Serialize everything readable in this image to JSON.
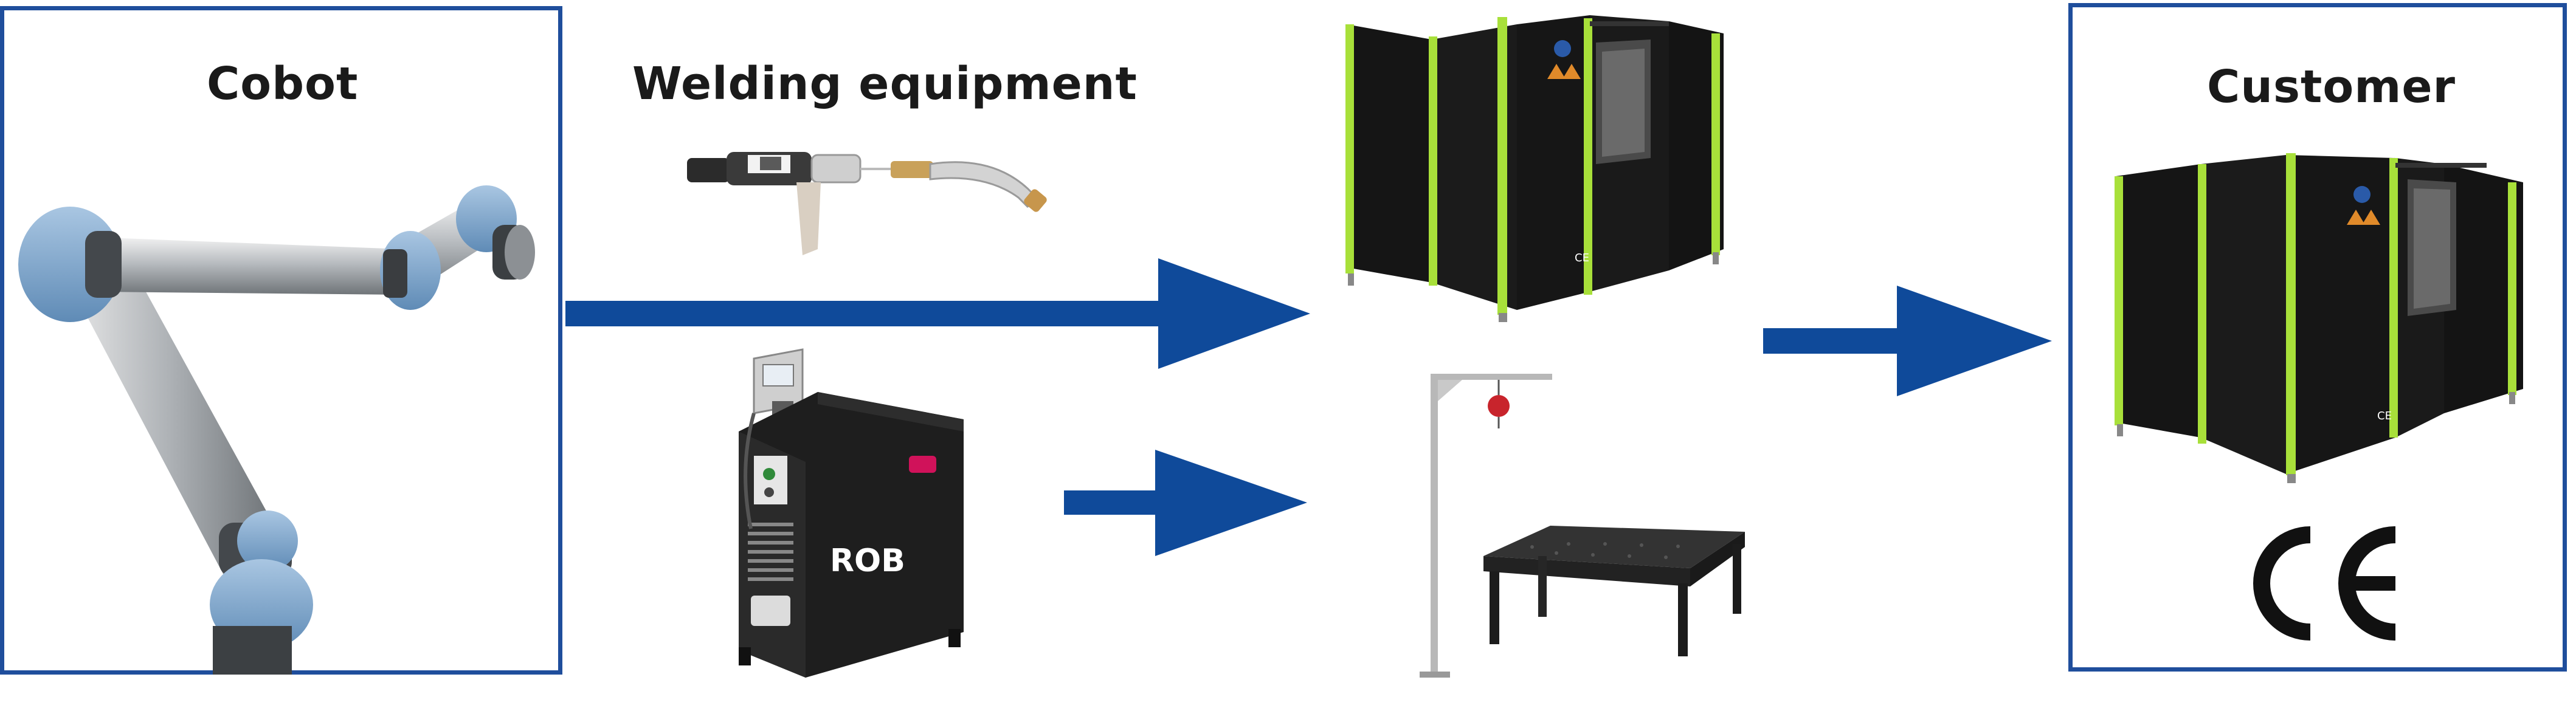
{
  "labels": {
    "cobot": "Cobot",
    "welding_equipment": "Welding equipment",
    "customer": "Customer"
  },
  "power_source_brand": "ROB",
  "conformity_mark": "CE",
  "colors": {
    "frame_blue": "#1f4e9c",
    "arrow_blue": "#0f4a9a",
    "cell_green": "#a8e03a",
    "cell_black": "#151515",
    "cobot_blue": "#7ea6cc",
    "brand_pink": "#d0125a"
  },
  "icons": [
    "cobot-arm",
    "welding-torch",
    "welding-power-source",
    "welding-cell",
    "jib-crane-balancer",
    "welding-table",
    "ce-mark"
  ]
}
